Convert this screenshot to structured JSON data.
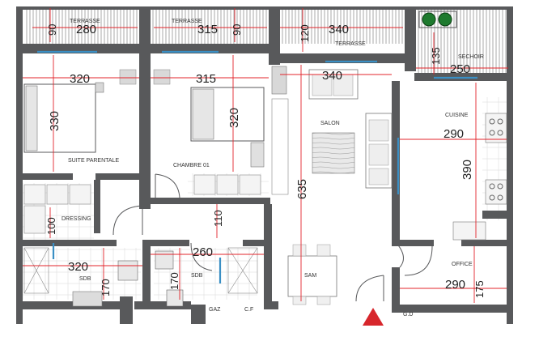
{
  "colors": {
    "wall": "#58595b",
    "wall_light": "#8a8c8e",
    "dimension_red": "#e3242b",
    "terrace_hatch": "#9a9a9a",
    "window_blue": "#3a8fc4",
    "tile_grid": "#c8c8c8",
    "furniture": "#bdbdbd",
    "entry_arrow": "#d7262c"
  },
  "rooms": {
    "terrasse_1": "TERRASSE",
    "terrasse_2": "TERRASSE",
    "terrasse_3": "TERRASSE",
    "sechoir": "SECHOIR",
    "suite_parentale": "SUITE PARENTALE",
    "chambre_01": "CHAMBRE 01",
    "salon": "SALON",
    "cuisine": "CUISINE",
    "dressing": "DRESSING",
    "sdb_1": "SDB",
    "sdb_2": "SDB",
    "sam": "SAM",
    "office": "OFFICE",
    "gaz": "GAZ",
    "cf": "C.F",
    "gd": "G.D"
  },
  "dimensions": {
    "terrasse_1_width": "280",
    "terrasse_1_depth": "90",
    "terrasse_2_width": "315",
    "terrasse_2_depth": "90",
    "terrasse_3_width": "340",
    "terrasse_3_depth": "120",
    "sechoir_width": "250",
    "sechoir_depth": "135",
    "suite_width": "320",
    "suite_depth": "330",
    "chambre_width": "315",
    "chambre_depth": "320",
    "salon_width": "340",
    "salon_depth": "635",
    "cuisine_width": "290",
    "cuisine_depth": "390",
    "dressing_depth": "100",
    "sdb1_width": "320",
    "sdb1_depth": "170",
    "sdb2_width": "260",
    "sdb2_depth": "170",
    "hall_depth": "110",
    "office_width": "290",
    "office_depth": "175"
  },
  "icons": [
    "plant-icon",
    "entry-arrow-icon",
    "bed-icon",
    "sofa-icon",
    "table-icon",
    "toilet-icon",
    "sink-icon",
    "shower-icon",
    "stove-icon"
  ]
}
